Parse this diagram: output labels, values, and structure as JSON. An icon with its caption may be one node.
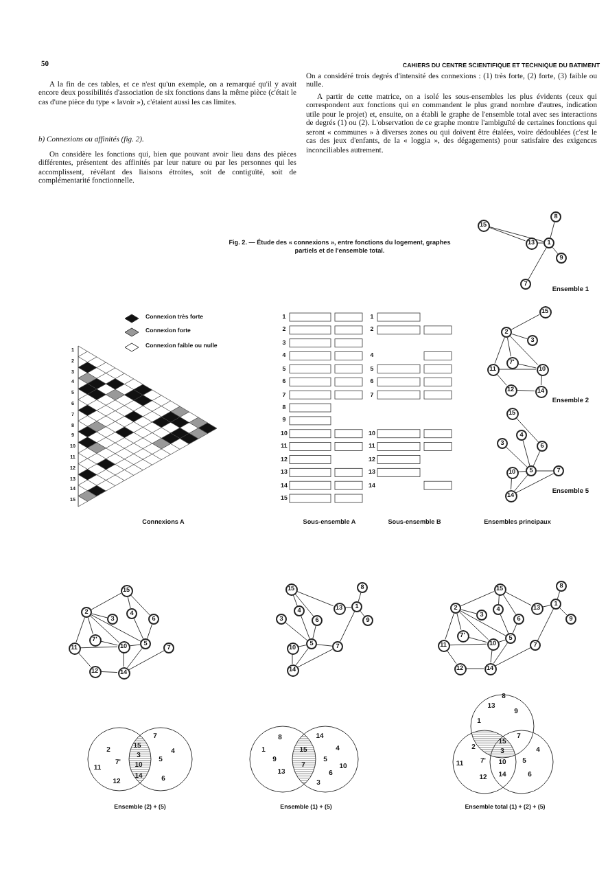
{
  "diagram": {
    "caption": "Fig. 2. — Étude des « connexions », entre fonctions du logement, graphes partiels et de l'ensemble total.",
    "nodes": [
      {
        "text": [
          "15"
        ]
      },
      {
        "text": [
          "8"
        ]
      },
      {
        "text": [
          "13"
        ]
      },
      {
        "text": [
          "1"
        ]
      },
      {
        "text": [
          "9"
        ]
      },
      {
        "text": [
          "7"
        ]
      },
      {
        "text": [
          "15"
        ]
      },
      {
        "text": [
          "2"
        ]
      },
      {
        "text": [
          "3"
        ]
      },
      {
        "text": [
          "7'"
        ]
      },
      {
        "text": [
          "11"
        ]
      },
      {
        "text": [
          "10"
        ]
      },
      {
        "text": [
          "12"
        ]
      },
      {
        "text": [
          "14"
        ]
      },
      {
        "text": [
          "15"
        ]
      },
      {
        "text": [
          "4"
        ]
      },
      {
        "text": [
          "6"
        ]
      },
      {
        "text": [
          "3"
        ]
      },
      {
        "text": [
          "5"
        ]
      },
      {
        "text": [
          "7"
        ]
      },
      {
        "text": [
          "10"
        ]
      },
      {
        "text": [
          "14"
        ]
      },
      {
        "text": [
          "15"
        ]
      },
      {
        "text": [
          "2"
        ]
      },
      {
        "text": [
          "3"
        ]
      },
      {
        "text": [
          "4"
        ]
      },
      {
        "text": [
          "6"
        ]
      },
      {
        "text": [
          "7'"
        ]
      },
      {
        "text": [
          "11"
        ]
      },
      {
        "text": [
          "10"
        ]
      },
      {
        "text": [
          "5"
        ]
      },
      {
        "text": [
          "7"
        ]
      },
      {
        "text": [
          "12"
        ]
      },
      {
        "text": [
          "14"
        ]
      },
      {
        "text": [
          "15"
        ]
      },
      {
        "text": [
          "8"
        ]
      },
      {
        "text": [
          "13"
        ]
      },
      {
        "text": [
          "1"
        ]
      },
      {
        "text": [
          "9"
        ]
      },
      {
        "text": [
          "3"
        ]
      },
      {
        "text": [
          "4"
        ]
      },
      {
        "text": [
          "6"
        ]
      },
      {
        "text": [
          "5"
        ]
      },
      {
        "text": [
          "7"
        ]
      },
      {
        "text": [
          "10"
        ]
      },
      {
        "text": [
          "14"
        ]
      },
      {
        "text": [
          "15"
        ]
      },
      {
        "text": [
          "8"
        ]
      },
      {
        "text": [
          "13"
        ]
      },
      {
        "text": [
          "1"
        ]
      },
      {
        "text": [
          "9"
        ]
      },
      {
        "text": [
          "2"
        ]
      },
      {
        "text": [
          "3"
        ]
      },
      {
        "text": [
          "4"
        ]
      },
      {
        "text": [
          "6"
        ]
      },
      {
        "text": [
          "7'"
        ]
      },
      {
        "text": [
          "11"
        ]
      },
      {
        "text": [
          "10"
        ]
      },
      {
        "text": [
          "5"
        ]
      },
      {
        "text": [
          "7"
        ]
      },
      {
        "text": [
          "12"
        ]
      },
      {
        "text": [
          "14"
        ]
      }
    ],
    "edges": [
      {
        "from": 0,
        "to": 2,
        "arrow": "none"
      },
      {
        "from": 0,
        "to": 3,
        "arrow": "none"
      },
      {
        "from": 2,
        "to": 3,
        "arrow": "none"
      },
      {
        "from": 1,
        "to": 3,
        "arrow": "none"
      },
      {
        "from": 3,
        "to": 4,
        "arrow": "none"
      },
      {
        "from": 3,
        "to": 5,
        "arrow": "none"
      },
      {
        "from": 7,
        "to": 6,
        "arrow": "none"
      },
      {
        "from": 7,
        "to": 8,
        "arrow": "none"
      },
      {
        "from": 7,
        "to": 10,
        "arrow": "none"
      },
      {
        "from": 7,
        "to": 11,
        "arrow": "none"
      },
      {
        "from": 7,
        "to": 9,
        "arrow": "none"
      },
      {
        "from": 9,
        "to": 11,
        "arrow": "none"
      },
      {
        "from": 10,
        "to": 11,
        "arrow": "none"
      },
      {
        "from": 10,
        "to": 12,
        "arrow": "none"
      },
      {
        "from": 12,
        "to": 13,
        "arrow": "none"
      },
      {
        "from": 13,
        "to": 11,
        "arrow": "none"
      },
      {
        "from": 14,
        "to": 16,
        "arrow": "none"
      },
      {
        "from": 15,
        "to": 18,
        "arrow": "none"
      },
      {
        "from": 16,
        "to": 18,
        "arrow": "none"
      },
      {
        "from": 17,
        "to": 18,
        "arrow": "none"
      },
      {
        "from": 18,
        "to": 19,
        "arrow": "none"
      },
      {
        "from": 20,
        "to": 18,
        "arrow": "none"
      },
      {
        "from": 21,
        "to": 18,
        "arrow": "none"
      },
      {
        "from": 21,
        "to": 19,
        "arrow": "none"
      },
      {
        "from": 20,
        "to": 21,
        "arrow": "none"
      },
      {
        "from": 22,
        "to": 23,
        "arrow": "none"
      },
      {
        "from": 22,
        "to": 25,
        "arrow": "none"
      },
      {
        "from": 22,
        "to": 26,
        "arrow": "none"
      },
      {
        "from": 23,
        "to": 24,
        "arrow": "none"
      },
      {
        "from": 23,
        "to": 27,
        "arrow": "none"
      },
      {
        "from": 23,
        "to": 28,
        "arrow": "none"
      },
      {
        "from": 23,
        "to": 29,
        "arrow": "none"
      },
      {
        "from": 23,
        "to": 30,
        "arrow": "none"
      },
      {
        "from": 25,
        "to": 30,
        "arrow": "none"
      },
      {
        "from": 26,
        "to": 30,
        "arrow": "none"
      },
      {
        "from": 27,
        "to": 29,
        "arrow": "none"
      },
      {
        "from": 28,
        "to": 29,
        "arrow": "none"
      },
      {
        "from": 28,
        "to": 32,
        "arrow": "none"
      },
      {
        "from": 29,
        "to": 30,
        "arrow": "none"
      },
      {
        "from": 29,
        "to": 33,
        "arrow": "none"
      },
      {
        "from": 30,
        "to": 33,
        "arrow": "none"
      },
      {
        "from": 31,
        "to": 33,
        "arrow": "none"
      },
      {
        "from": 32,
        "to": 33,
        "arrow": "none"
      },
      {
        "from": 34,
        "to": 36,
        "arrow": "none"
      },
      {
        "from": 34,
        "to": 40,
        "arrow": "none"
      },
      {
        "from": 34,
        "to": 41,
        "arrow": "none"
      },
      {
        "from": 36,
        "to": 37,
        "arrow": "none"
      },
      {
        "from": 35,
        "to": 37,
        "arrow": "none"
      },
      {
        "from": 37,
        "to": 38,
        "arrow": "none"
      },
      {
        "from": 37,
        "to": 43,
        "arrow": "none"
      },
      {
        "from": 39,
        "to": 42,
        "arrow": "none"
      },
      {
        "from": 40,
        "to": 42,
        "arrow": "none"
      },
      {
        "from": 41,
        "to": 42,
        "arrow": "none"
      },
      {
        "from": 42,
        "to": 43,
        "arrow": "none"
      },
      {
        "from": 42,
        "to": 44,
        "arrow": "none"
      },
      {
        "from": 42,
        "to": 45,
        "arrow": "none"
      },
      {
        "from": 43,
        "to": 45,
        "arrow": "none"
      },
      {
        "from": 44,
        "to": 45,
        "arrow": "none"
      },
      {
        "from": 46,
        "to": 51,
        "arrow": "none"
      },
      {
        "from": 46,
        "to": 48,
        "arrow": "none"
      },
      {
        "from": 46,
        "to": 53,
        "arrow": "none"
      },
      {
        "from": 46,
        "to": 54,
        "arrow": "none"
      },
      {
        "from": 48,
        "to": 49,
        "arrow": "none"
      },
      {
        "from": 47,
        "to": 49,
        "arrow": "none"
      },
      {
        "from": 49,
        "to": 50,
        "arrow": "none"
      },
      {
        "from": 49,
        "to": 59,
        "arrow": "none"
      },
      {
        "from": 51,
        "to": 52,
        "arrow": "none"
      },
      {
        "from": 51,
        "to": 55,
        "arrow": "none"
      },
      {
        "from": 51,
        "to": 56,
        "arrow": "none"
      },
      {
        "from": 51,
        "to": 57,
        "arrow": "none"
      },
      {
        "from": 51,
        "to": 58,
        "arrow": "none"
      },
      {
        "from": 53,
        "to": 58,
        "arrow": "none"
      },
      {
        "from": 54,
        "to": 58,
        "arrow": "none"
      },
      {
        "from": 55,
        "to": 57,
        "arrow": "none"
      },
      {
        "from": 56,
        "to": 57,
        "arrow": "none"
      },
      {
        "from": 56,
        "to": 60,
        "arrow": "none"
      },
      {
        "from": 60,
        "to": 61,
        "arrow": "none"
      },
      {
        "from": 57,
        "to": 58,
        "arrow": "none"
      },
      {
        "from": 57,
        "to": 61,
        "arrow": "none"
      },
      {
        "from": 58,
        "to": 61,
        "arrow": "none"
      },
      {
        "from": 59,
        "to": 61,
        "arrow": "none"
      }
    ],
    "labels": [
      "50",
      "CAHIERS DU CENTRE SCIENTIFIQUE ET TECHNIQUE DU BATIMENT",
      "A la fin de ces tables, et ce n'est qu'un exemple, on a remarqué qu'il y avait encore deux possibilités d'association de six fonctions dans la même pièce (c'était le cas d'une pièce du type « lavoir »), c'étaient aussi les cas limites.",
      "b) Connexions ou affinités (fig. 2).",
      "On considère les fonctions qui, bien que pouvant avoir lieu dans des pièces différentes, présentent des affinités par leur nature ou par les personnes qui les accomplissent, révélant des liaisons étroites, soit de contiguïté, soit de complémentarité fonctionnelle.",
      "On a considéré trois degrés d'intensité des connexions : (1) très forte, (2) forte, (3) faible ou nulle.",
      "A partir de cette matrice, on a isolé les sous-ensembles les plus évidents (ceux qui correspondent aux fonctions qui en commandent le plus grand nombre d'autres, indication utile pour le projet) et, ensuite, on a établi le graphe de l'ensemble total avec ses interactions de degrés (1) ou (2). L'observation de ce graphe montre l'ambiguïté de certaines fonctions qui seront « communes » à diverses zones ou qui doivent être étalées, voire dédoublées (c'est le cas des jeux d'enfants, de la « loggia », des dégagements) pour satisfaire des exigences inconciliables autrement.",
      "Connexions A",
      "1",
      "2",
      "3",
      "4",
      "5",
      "6",
      "7",
      "8",
      "9",
      "10",
      "11",
      "12",
      "13",
      "14",
      "15",
      "1",
      "2",
      "3",
      "4",
      "5",
      "6",
      "7",
      "8",
      "9",
      "10",
      "11",
      "12",
      "13",
      "14",
      "15",
      "1",
      "2",
      "4",
      "5",
      "6",
      "7",
      "10",
      "11",
      "12",
      "13",
      "14",
      "Sous-ensemble A",
      "Sous-ensemble B",
      "Ensemble 1",
      "Ensemble 2",
      "Ensemble 5",
      "Ensembles principaux",
      "2",
      "15",
      "7",
      "4",
      "3",
      "5",
      "11",
      "7'",
      "10",
      "12",
      "14",
      "6",
      "8",
      "14",
      "1",
      "15",
      "4",
      "9",
      "5",
      "10",
      "13",
      "7",
      "6",
      "3",
      "13",
      "8",
      "9",
      "1",
      "7",
      "15",
      "2",
      "3",
      "4",
      "11",
      "7'",
      "10",
      "5",
      "12",
      "14",
      "6",
      "Ensemble (2) + (5)",
      "Ensemble (1) + (5)",
      "Ensemble total (1) + (2) + (5)"
    ],
    "legend": [
      {
        "text": "Connexion très forte",
        "color": "#111111"
      },
      {
        "text": "Connexion forte",
        "color": "#999999"
      },
      {
        "text": "Connexion faible ou nulle",
        "color": "#ffffff"
      }
    ]
  }
}
